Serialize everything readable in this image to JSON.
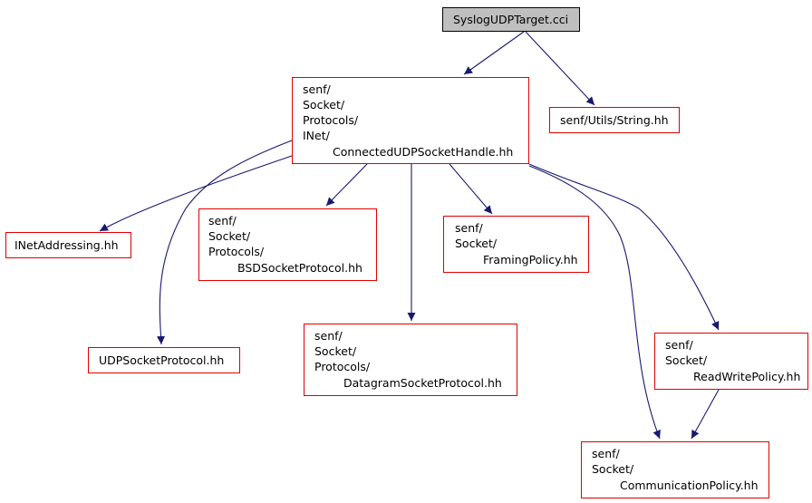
{
  "graph": {
    "edge_color": "#191970",
    "node_border_color": "#e00000",
    "root_fill": "#bfbfbf",
    "nodes": [
      {
        "id": "root",
        "lines": [
          "SyslogUDPTarget.cci"
        ]
      },
      {
        "id": "conn",
        "lines": [
          "senf/",
          "Socket/",
          "Protocols/",
          "INet/",
          "ConnectedUDPSocketHandle.hh"
        ]
      },
      {
        "id": "string",
        "lines": [
          "senf/Utils/String.hh"
        ]
      },
      {
        "id": "inetaddr",
        "lines": [
          "INetAddressing.hh"
        ]
      },
      {
        "id": "bsd",
        "lines": [
          "senf/",
          "Socket/",
          "Protocols/",
          "BSDSocketProtocol.hh"
        ]
      },
      {
        "id": "framing",
        "lines": [
          "senf/",
          "Socket/",
          "FramingPolicy.hh"
        ]
      },
      {
        "id": "udpproto",
        "lines": [
          "UDPSocketProtocol.hh"
        ]
      },
      {
        "id": "dgram",
        "lines": [
          "senf/",
          "Socket/",
          "Protocols/",
          "DatagramSocketProtocol.hh"
        ]
      },
      {
        "id": "rwpolicy",
        "lines": [
          "senf/",
          "Socket/",
          "ReadWritePolicy.hh"
        ]
      },
      {
        "id": "commpolicy",
        "lines": [
          "senf/",
          "Socket/",
          "CommunicationPolicy.hh"
        ]
      }
    ],
    "edges": [
      {
        "from": "root",
        "to": "conn"
      },
      {
        "from": "root",
        "to": "string"
      },
      {
        "from": "conn",
        "to": "inetaddr"
      },
      {
        "from": "conn",
        "to": "bsd"
      },
      {
        "from": "conn",
        "to": "framing"
      },
      {
        "from": "conn",
        "to": "udpproto"
      },
      {
        "from": "conn",
        "to": "dgram"
      },
      {
        "from": "conn",
        "to": "rwpolicy"
      },
      {
        "from": "conn",
        "to": "commpolicy"
      },
      {
        "from": "rwpolicy",
        "to": "commpolicy"
      }
    ]
  }
}
